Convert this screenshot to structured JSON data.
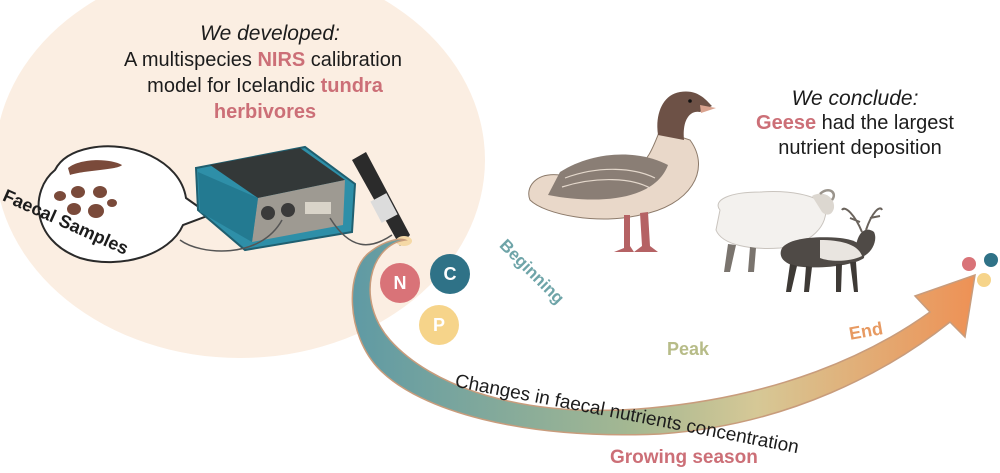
{
  "developed": {
    "heading": "We developed:",
    "line1_pre": "A multispecies ",
    "line1_hl": "NIRS",
    "line1_post": " calibration",
    "line2_pre": "model for Icelandic ",
    "line2_hl": "tundra",
    "line3_hl": "herbivores"
  },
  "samples_label": "Faecal Samples",
  "conclude": {
    "heading": "We conclude:",
    "line1_hl": "Geese",
    "line1_post": " had the largest",
    "line2": "nutrient deposition"
  },
  "nutrients": [
    "N",
    "C",
    "P"
  ],
  "season_stages": {
    "beginning": "Beginning",
    "peak": "Peak",
    "end": "End"
  },
  "arrow_caption": "Changes in faecal nutrients concentration",
  "season_label": "Growing season",
  "icons": [
    "faecal-pellets-icon",
    "nirs-spectrometer-icon",
    "goose-icon",
    "sheep-icon",
    "reindeer-icon"
  ],
  "colors": {
    "highlight": "#cc6f77",
    "blob_background": "#fbeee2",
    "arrow_start": "#6ea4a8",
    "arrow_mid": "#c2c58f",
    "arrow_end": "#eb9257",
    "nitrogen": "#d97378",
    "carbon": "#2f7287",
    "phosphorus": "#f6d48a",
    "device_teal": "#2e8fa8"
  }
}
